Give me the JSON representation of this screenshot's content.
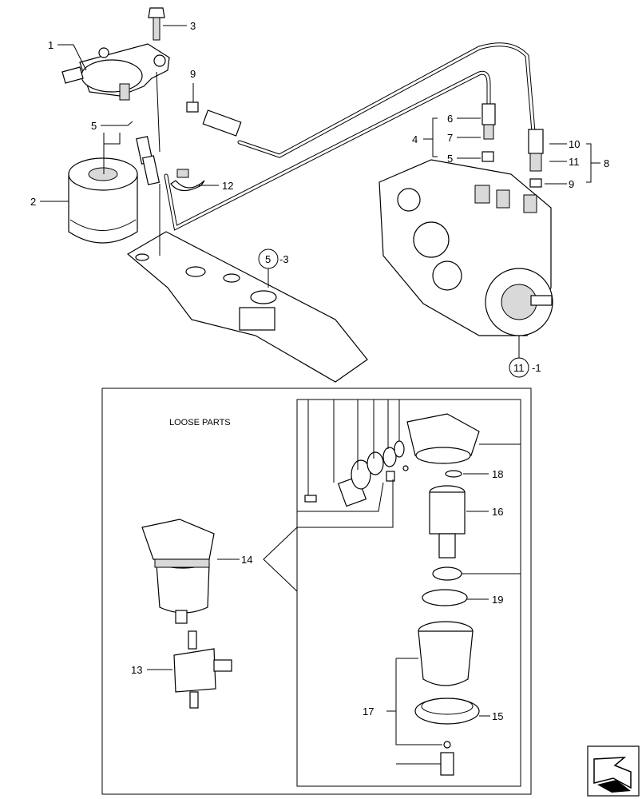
{
  "diagram": {
    "loose_parts_title": "LOOSE PARTS",
    "callouts": {
      "c1": "1",
      "c2": "2",
      "c3": "3",
      "c4": "4",
      "c5a": "5",
      "c5b": "5",
      "c6": "6",
      "c7": "7",
      "c8": "8",
      "c9a": "9",
      "c9b": "9",
      "c10": "10",
      "c11": "11",
      "c12": "12",
      "c13": "13",
      "c14": "14",
      "c15": "15",
      "c16": "16",
      "c17": "17",
      "c18": "18",
      "c19": "19"
    },
    "refs": {
      "ref5_num": "5",
      "ref5_suffix": "-3",
      "ref11_num": "11",
      "ref11_suffix": "-1"
    },
    "nav_icon": "arrow-nav-icon"
  }
}
